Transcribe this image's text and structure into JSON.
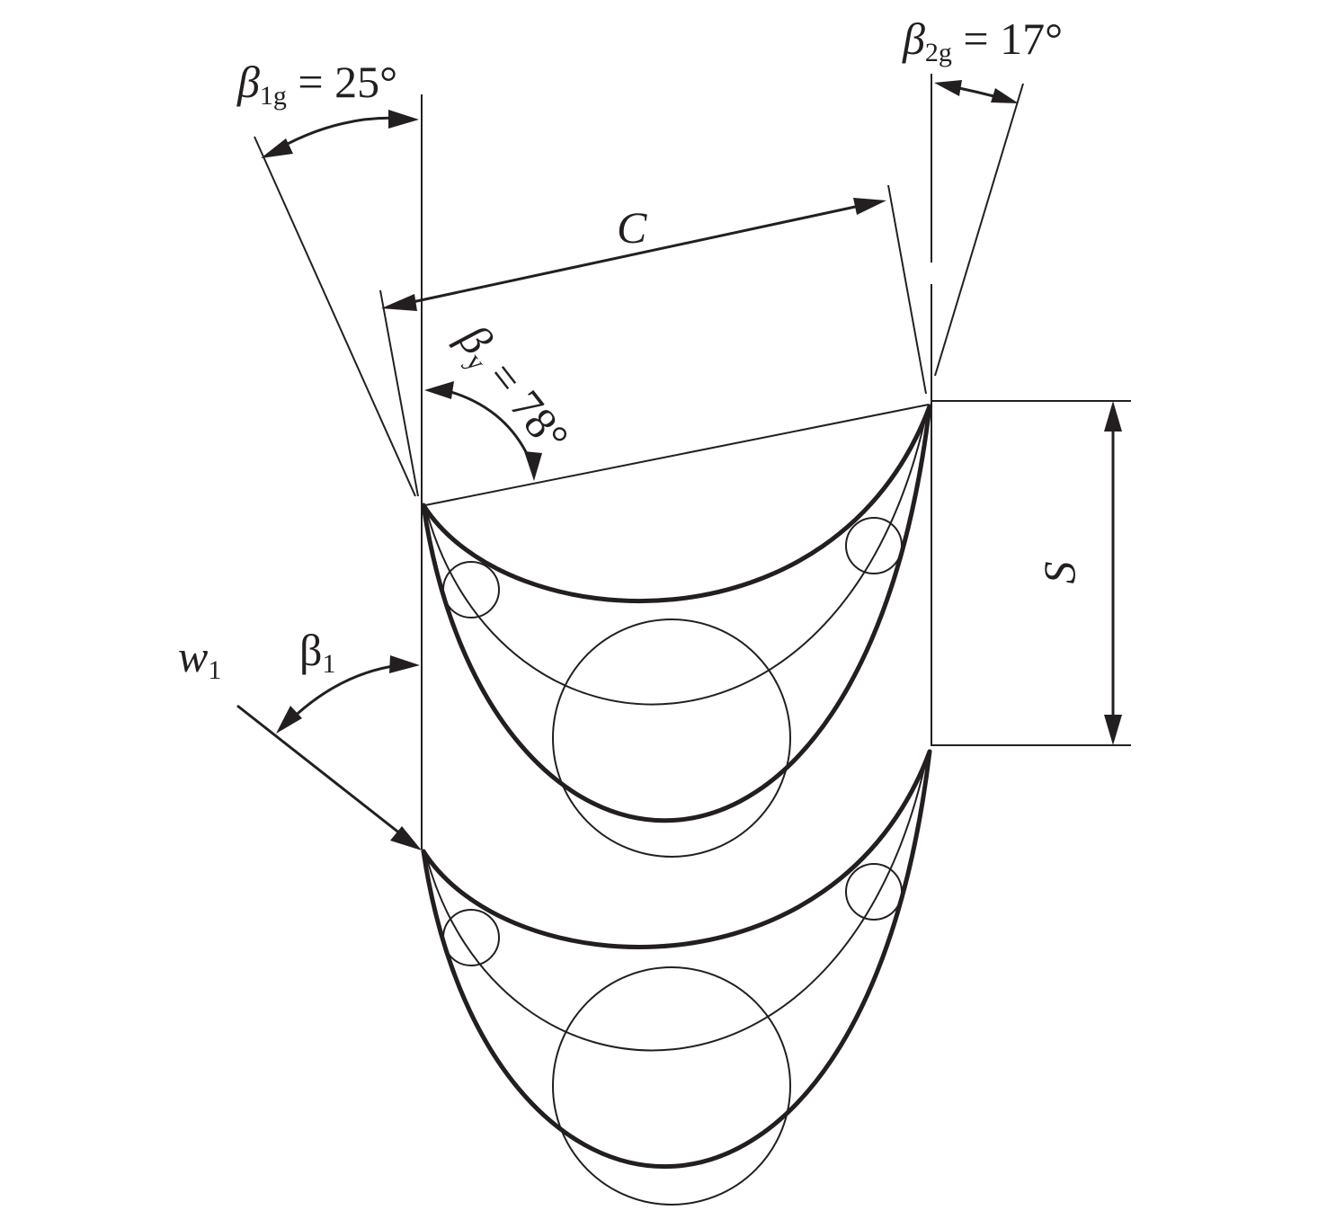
{
  "colors": {
    "ink": "#231f20",
    "background": "#ffffff"
  },
  "labels": {
    "beta1g": {
      "symbol": "β",
      "subscript": "1g",
      "rest": " = 25°"
    },
    "beta2g": {
      "symbol": "β",
      "subscript": "2g",
      "rest": " = 17°"
    },
    "betay": {
      "symbol": "β",
      "subscript": "y",
      "rest": " = 78°"
    },
    "chord": "C",
    "pitch": "S",
    "w1": {
      "symbol": "w",
      "subscript": "1"
    },
    "beta1": {
      "symbol": "β",
      "subscript": "1"
    }
  }
}
